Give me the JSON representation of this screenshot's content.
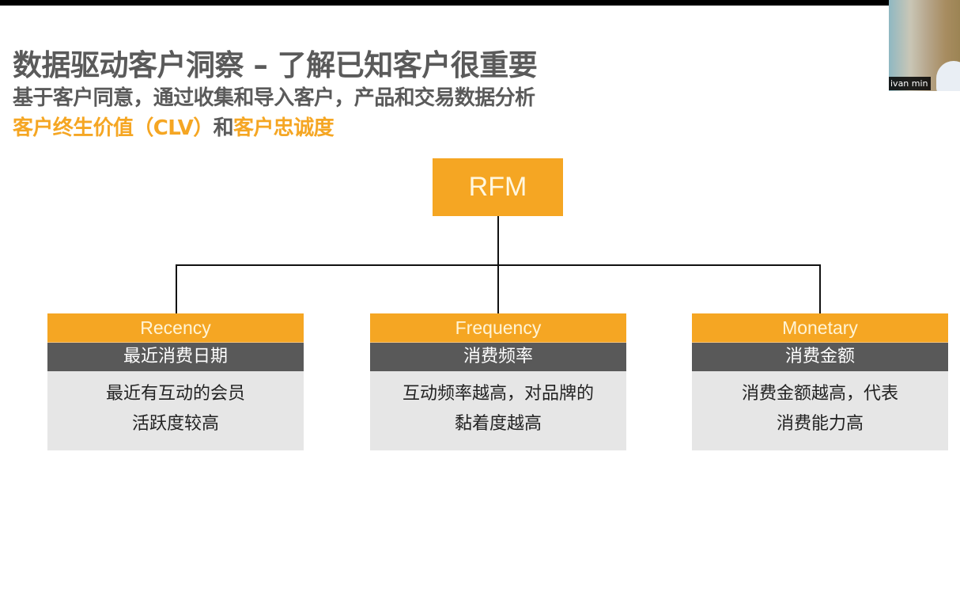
{
  "slide": {
    "title": "数据驱动客户洞察 – 了解已知客户很重要",
    "subtitle": "基于客户同意，通过收集和导入客户，产品和交易数据分析",
    "highlight": {
      "part1": "客户终生价值（CLV）",
      "connector": "和",
      "part2": "客户忠诚度"
    },
    "root_label": "RFM",
    "cards": [
      {
        "en": "Recency",
        "cn": "最近消费日期",
        "desc_line1": "最近有互动的会员",
        "desc_line2": "活跃度较高"
      },
      {
        "en": "Frequency",
        "cn": "消费频率",
        "desc_line1": "互动频率越高，对品牌的",
        "desc_line2": "黏着度越高"
      },
      {
        "en": "Monetary",
        "cn": "消费金额",
        "desc_line1": "消费金额越高，代表",
        "desc_line2": "消费能力高"
      }
    ]
  },
  "webcam": {
    "participant_name": "ivan min"
  },
  "colors": {
    "accent": "#f5a623",
    "dark_band": "#595959",
    "desc_bg": "#e6e6e6",
    "title_text": "#5a5a5a"
  }
}
